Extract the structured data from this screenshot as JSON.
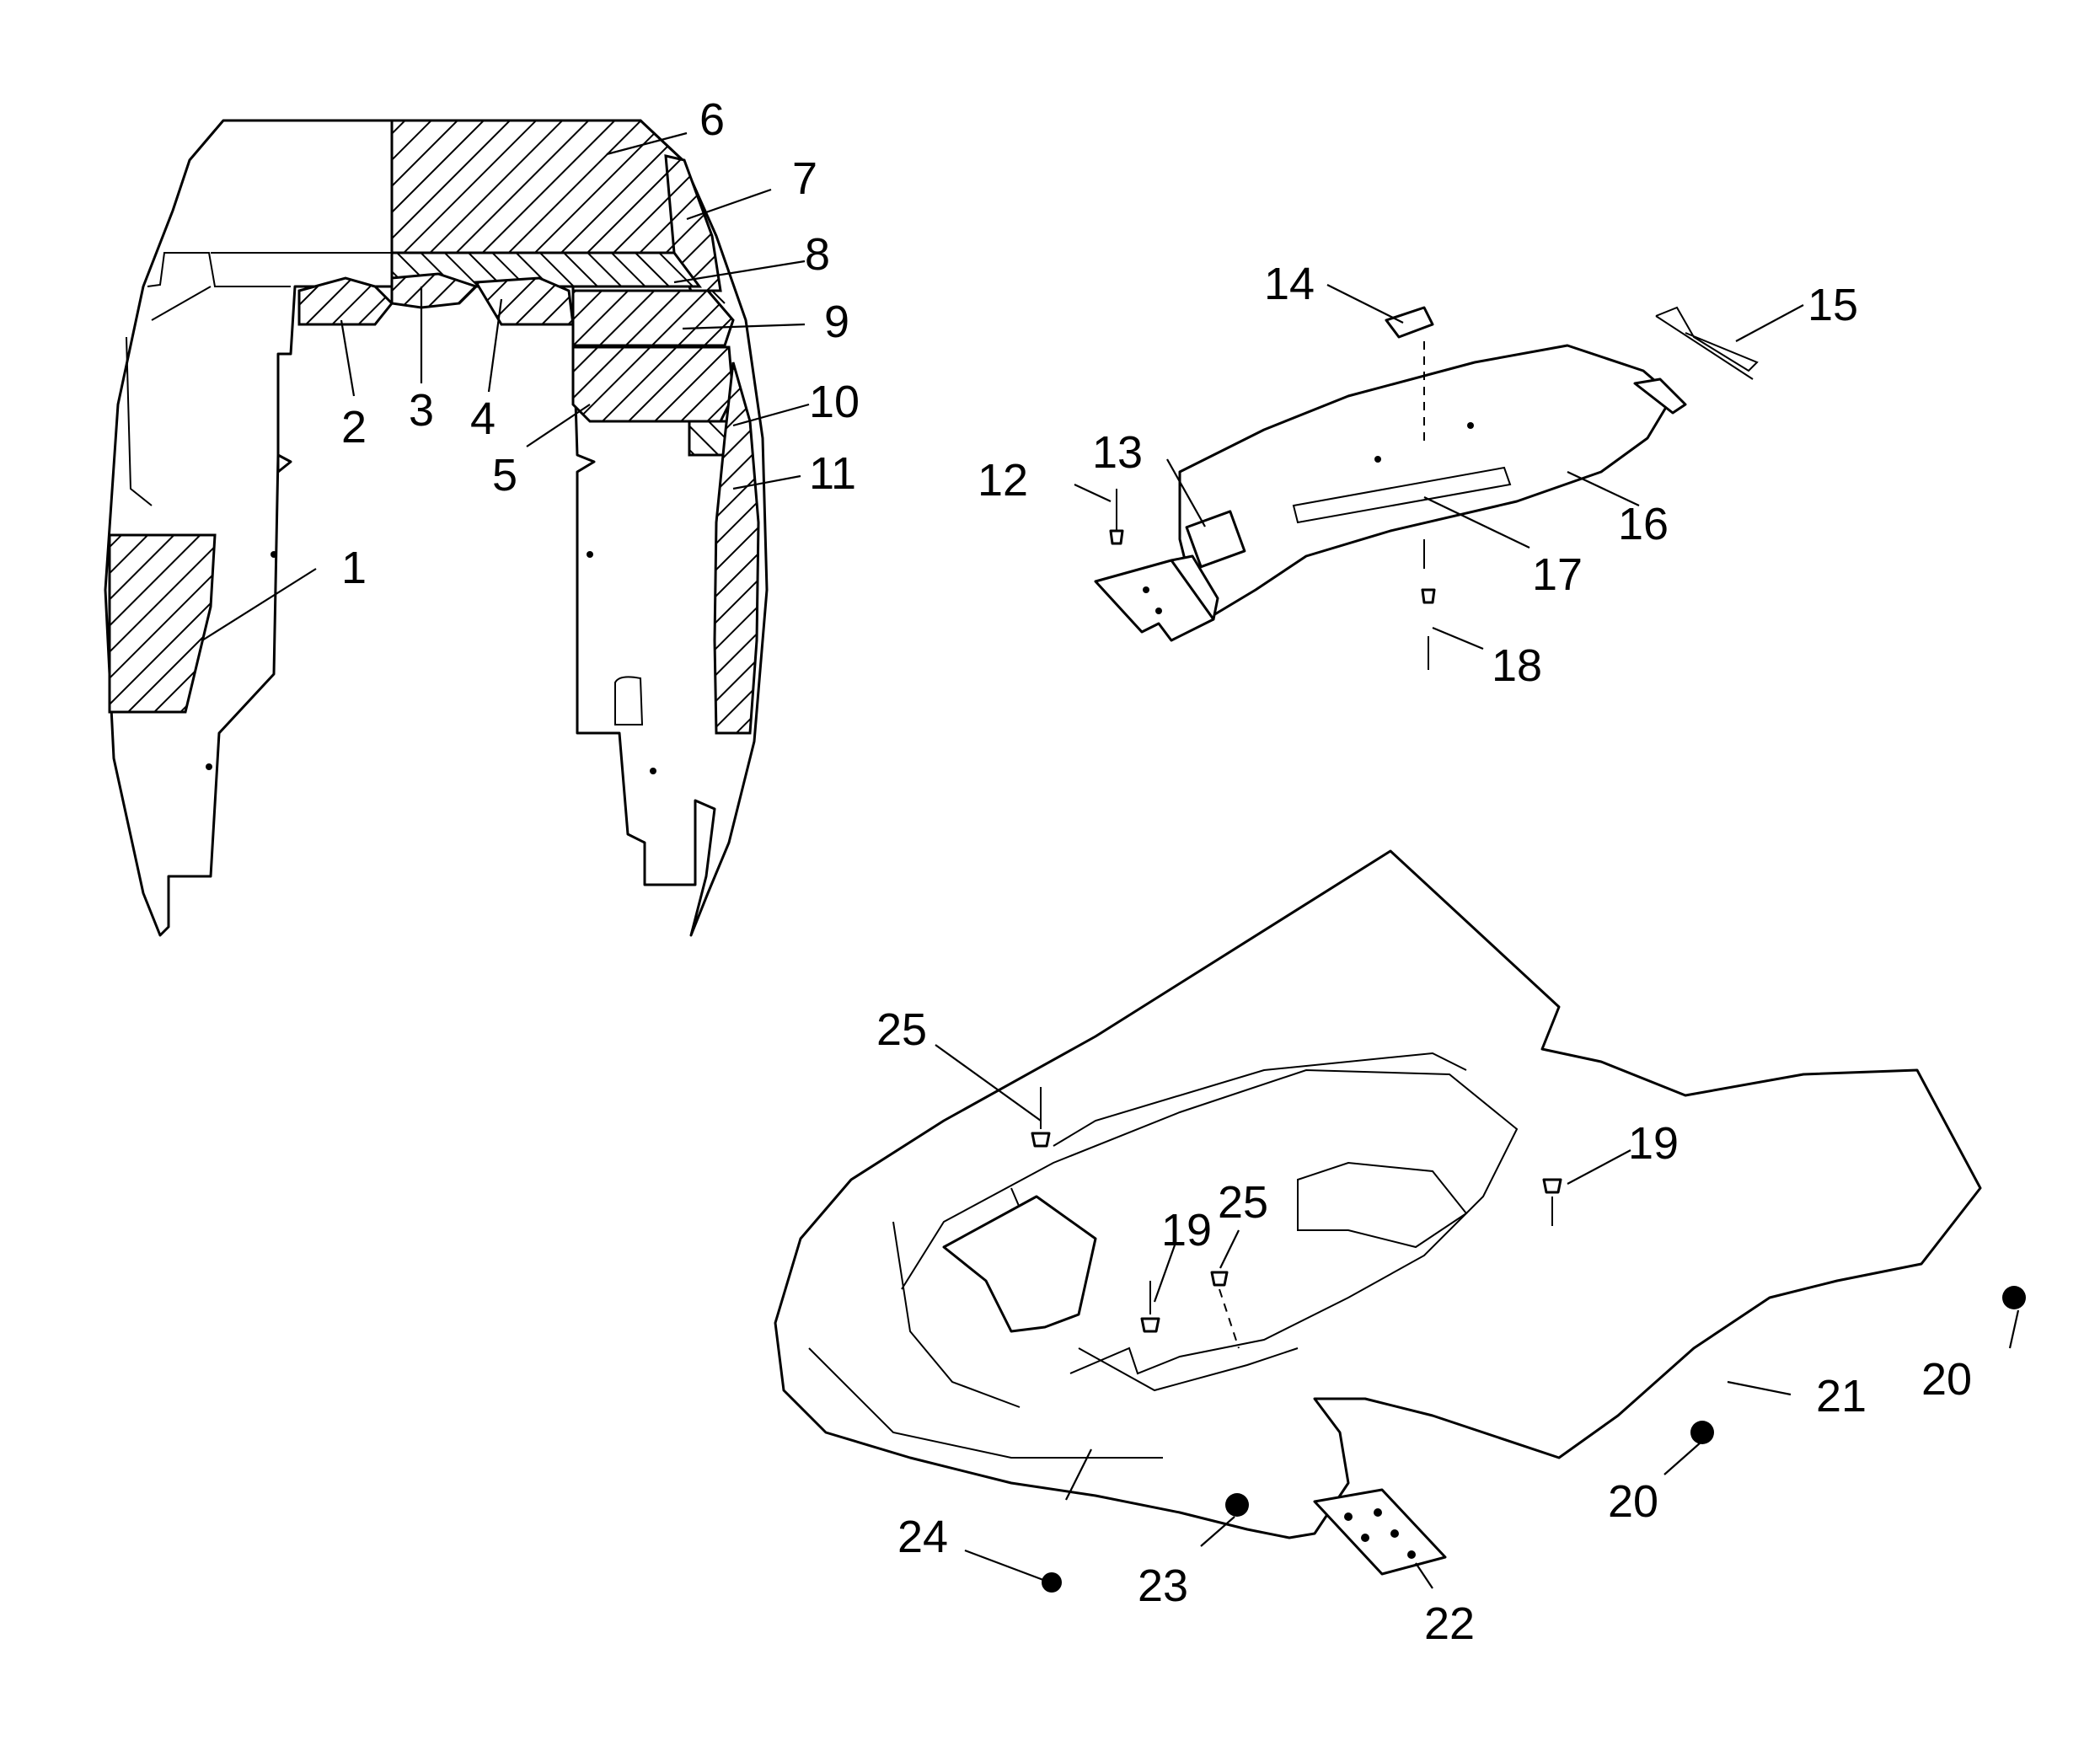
{
  "colors": {
    "ink": "#000000",
    "paper": "#ffffff"
  },
  "callouts": {
    "c1": "1",
    "c2": "2",
    "c3": "3",
    "c4": "4",
    "c5": "5",
    "c6": "6",
    "c7": "7",
    "c8": "8",
    "c9": "9",
    "c10": "10",
    "c11": "11",
    "c12": "12",
    "c13": "13",
    "c14": "14",
    "c15": "15",
    "c16": "16",
    "c17": "17",
    "c18": "18",
    "c19a": "19",
    "c19b": "19",
    "c20a": "20",
    "c20b": "20",
    "c21": "21",
    "c22": "22",
    "c23": "23",
    "c24": "24",
    "c25a": "25",
    "c25b": "25"
  },
  "icons": {
    "hood_inner_view": "hood-underside-insulation-diagram",
    "hood_bracket": "hood-support-bracket-diagram",
    "belly_pan": "belly-pan-diagram"
  }
}
